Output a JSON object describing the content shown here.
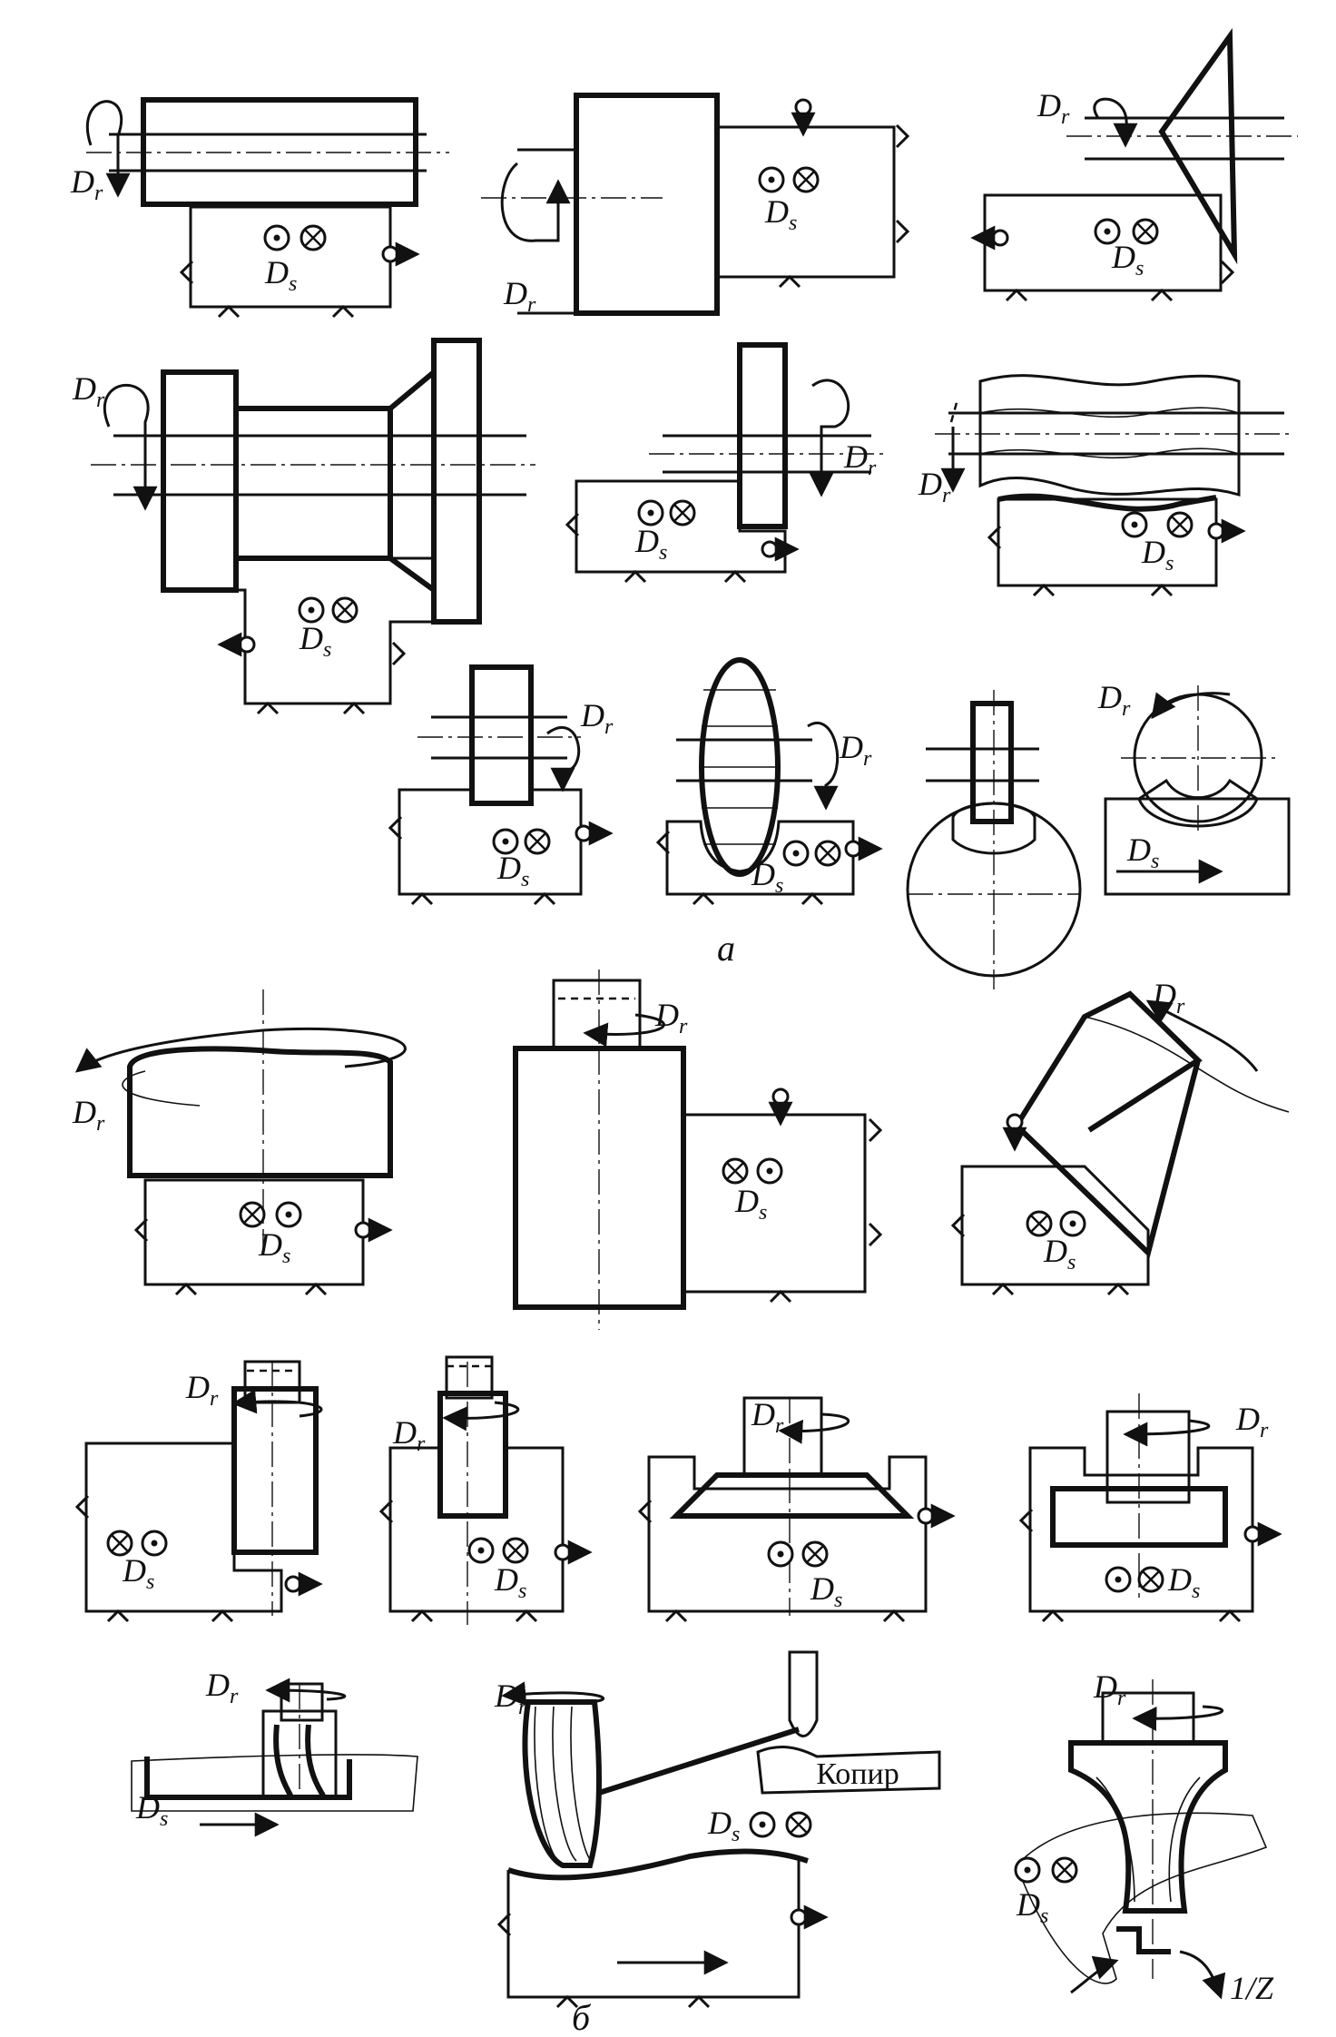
{
  "labels": {
    "rotation": "D",
    "rotation_sub": "r",
    "feed": "D",
    "feed_sub": "s",
    "copier": "Копир",
    "ratio": "1/Z"
  },
  "captions": {
    "part_a": "а",
    "part_b": "б"
  },
  "colors": {
    "ink": "#111111",
    "paper": "#ffffff",
    "shade": "#555555"
  }
}
